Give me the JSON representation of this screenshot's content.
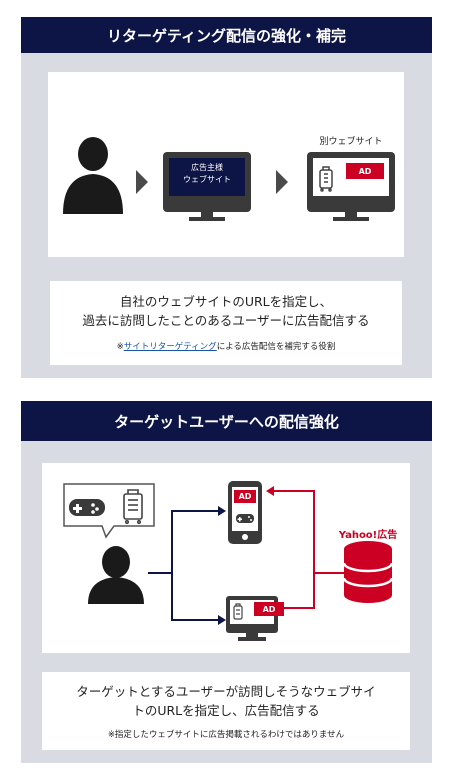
{
  "section1": {
    "title": "リターゲティング配信の強化・補完",
    "monitor_center_text": "広告主様\nウェブサイト",
    "other_site_label": "別ウェブサイト",
    "ad_label": "AD",
    "description_line1": "自社のウェブサイトのURLを指定し、",
    "description_line2": "過去に訪問したことのあるユーザーに広告配信する",
    "note_prefix": "※",
    "note_link": "サイトリターゲティング",
    "note_suffix": "による広告配信を補完する役割"
  },
  "section2": {
    "title": "ターゲットユーザーへの配信強化",
    "ad_label_top": "AD",
    "ad_label_bottom": "AD",
    "yahoo_label": "Yahoo!広告",
    "description_line1": "ターゲットとするユーザーが訪問しそうなウェブサイ",
    "description_line2": "トのURLを指定し、広告配信する",
    "note": "※指定したウェブサイトに広告掲載されるわけではありません"
  },
  "colors": {
    "navy": "#0d1446",
    "red": "#cc0022",
    "panel_bg": "#d9dbe2",
    "dark_gray": "#333333"
  },
  "icons": [
    "person-icon",
    "triangle-arrow-icon",
    "monitor-icon",
    "suitcase-icon",
    "gamepad-icon",
    "smartphone-icon",
    "database-icon"
  ]
}
